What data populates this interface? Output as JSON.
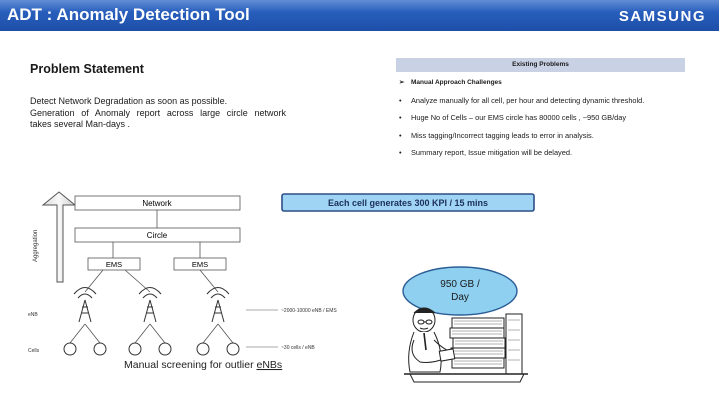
{
  "header": {
    "title": "ADT : Anomaly Detection Tool",
    "brand": "SAMSUNG"
  },
  "problem": {
    "title": "Problem Statement",
    "line1": "Detect Network Degradation as soon as possible.",
    "line2": "Generation of Anomaly report across large circle network",
    "line3": "takes several Man-days ."
  },
  "existing": {
    "header": "Existing Problems",
    "items": [
      {
        "marker": "➢",
        "text": "Manual Approach Challenges"
      },
      {
        "marker": "•",
        "text": "Analyze  manually for all cell, per hour and detecting dynamic threshold."
      },
      {
        "marker": "•",
        "text": "Huge No of Cells – our EMS circle has 80000 cells , ~950 GB/day"
      },
      {
        "marker": "•",
        "text": "Miss tagging/Incorrect tagging leads to error in analysis."
      },
      {
        "marker": "•",
        "text": "Summary report, Issue mitigation will be delayed."
      }
    ]
  },
  "diagram": {
    "aggregation": "Aggregation",
    "network": "Network",
    "circle": "Circle",
    "ems": "EMS",
    "enb": "eNB",
    "cells": "Cells",
    "enb_per_ems": "~2000-10000 eNB / EMS",
    "cells_per_enb": "~30 cells / eNB",
    "kpi_banner": "Each cell generates 300 KPI / 15 mins",
    "data_bubble_1": "950 GB /",
    "data_bubble_2": "Day",
    "caption_prefix": "Manual screening for outlier ",
    "caption_term": "eNBs",
    "colors": {
      "banner_fill": "#9fd4f5",
      "banner_stroke": "#2b4f86",
      "bubble_fill": "#8fd0f0"
    }
  }
}
